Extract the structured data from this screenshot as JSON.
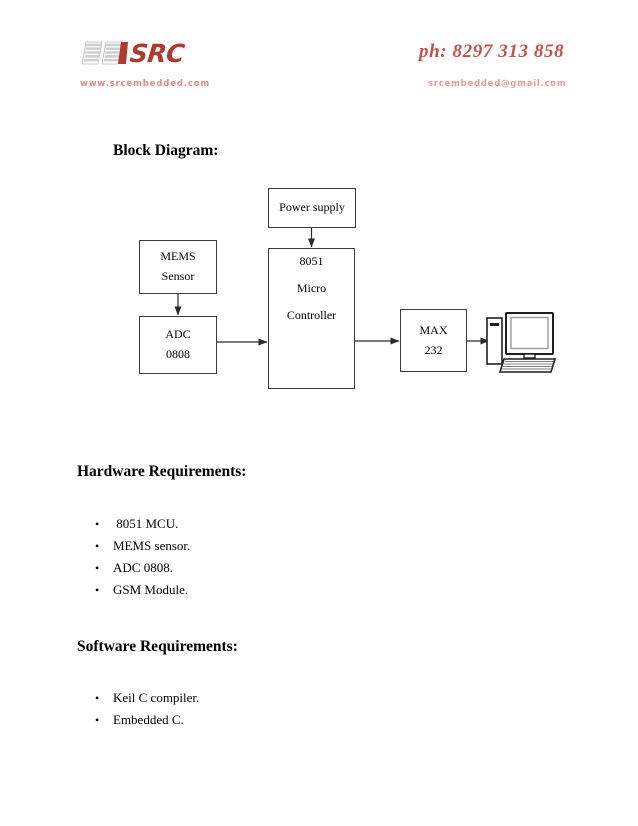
{
  "header": {
    "logo_text": "SRC",
    "logo_bars_icon": "slanted-stripes-icon",
    "site_url": "www.srcembedded.com",
    "phone": "ph: 8297 313 858",
    "email": "srcembedded@gmail.com",
    "brand_color": "#b03a32",
    "accent_color": "#e08a84"
  },
  "sections": {
    "block_diagram_heading": "Block Diagram:",
    "hardware_heading": "Hardware Requirements:",
    "software_heading": "Software Requirements:"
  },
  "diagram": {
    "blocks": [
      {
        "id": "power",
        "lines": [
          "Power supply"
        ]
      },
      {
        "id": "mems",
        "lines": [
          "MEMS",
          "Sensor"
        ]
      },
      {
        "id": "adc",
        "lines": [
          "ADC",
          "0808"
        ]
      },
      {
        "id": "mcu",
        "lines": [
          "8051",
          "Micro",
          "Controller"
        ]
      },
      {
        "id": "max",
        "lines": [
          "MAX",
          "232"
        ]
      }
    ],
    "power_line_1": "Power supply",
    "mems_line_1": "MEMS",
    "mems_line_2": "Sensor",
    "adc_line_1": "ADC",
    "adc_line_2": "0808",
    "mcu_line_1": "8051",
    "mcu_line_2": "Micro",
    "mcu_line_3": "Controller",
    "max_line_1": "MAX",
    "max_line_2": "232",
    "computer_icon": "desktop-computer-icon",
    "connections": [
      "power-supply -> 8051-micro-controller",
      "mems-sensor -> adc-0808",
      "adc-0808 -> 8051-micro-controller",
      "8051-micro-controller -> max-232",
      "max-232 -> computer"
    ],
    "line_color": "#3c3c3c"
  },
  "hardware_requirements": [
    " 8051 MCU.",
    "MEMS sensor.",
    "ADC 0808.",
    "GSM Module."
  ],
  "software_requirements": [
    "Keil C compiler.",
    "Embedded C."
  ]
}
